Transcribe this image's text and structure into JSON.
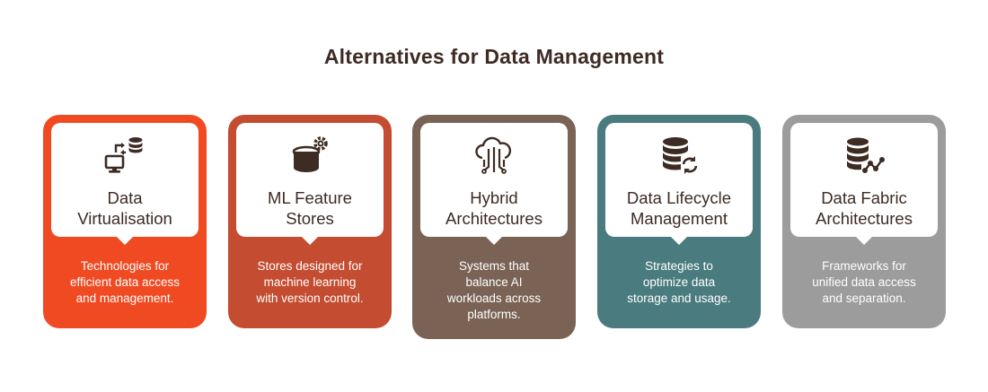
{
  "title": "Alternatives for Data Management",
  "cards": [
    {
      "name_line1": "Data",
      "name_line2": "Virtualisation",
      "icon": "computer-database-sync-icon",
      "color": "#f04a23",
      "desc_line1": "Technologies for",
      "desc_line2": "efficient data access",
      "desc_line3": "and management."
    },
    {
      "name_line1": "ML Feature",
      "name_line2": "Stores",
      "icon": "database-gear-icon",
      "color": "#c44c30",
      "desc_line1": "Stores designed for",
      "desc_line2": "machine learning",
      "desc_line3": "with version control."
    },
    {
      "name_line1": "Hybrid",
      "name_line2": "Architectures",
      "icon": "cloud-circuit-icon",
      "color": "#7a6355",
      "desc_line1": "Systems that",
      "desc_line2": "balance AI",
      "desc_line3": "workloads across",
      "desc_line4": "platforms."
    },
    {
      "name_line1": "Data Lifecycle",
      "name_line2": "Management",
      "icon": "database-refresh-icon",
      "color": "#4a7b7e",
      "desc_line1": "Strategies to",
      "desc_line2": "optimize data",
      "desc_line3": "storage and usage."
    },
    {
      "name_line1": "Data Fabric",
      "name_line2": "Architectures",
      "icon": "database-network-icon",
      "color": "#9c9c9c",
      "desc_line1": "Frameworks for",
      "desc_line2": "unified data access",
      "desc_line3": "and separation."
    }
  ]
}
